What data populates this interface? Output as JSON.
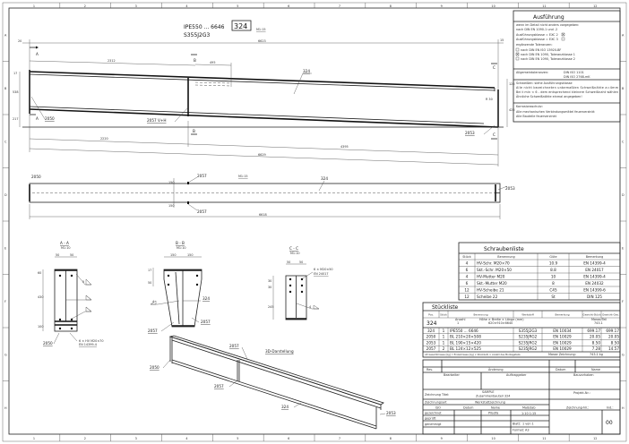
{
  "frame": {
    "columns": [
      "1",
      "2",
      "3",
      "4",
      "5",
      "6",
      "7",
      "8",
      "9",
      "10",
      "11",
      "12"
    ],
    "rows": [
      "A",
      "B",
      "C",
      "D",
      "E",
      "F",
      "G",
      "H"
    ]
  },
  "elevation": {
    "profile": "IPE550 ... 6646",
    "part_number": "324",
    "material": "S355J2G3",
    "scale": "M1:15",
    "dims": {
      "overall_top": "6623",
      "left_offset": "20",
      "right_offset": "15",
      "to_stiffener": "2312",
      "stiffener_gap": "495",
      "bottom_left": "2220",
      "bottom_right": "4395",
      "bottom_overall": "6629",
      "left_top": "17",
      "left_mid": "538",
      "left_bottom": "217",
      "right_top": "125",
      "right_bottom": "425",
      "chamfer": "R 30"
    },
    "section_marks": {
      "a": "A",
      "b": "B",
      "c": "C"
    },
    "labels": {
      "beam": "324",
      "end_plate_left": "2050",
      "stiffener": "2057 V+H",
      "end_plate_right": "2053"
    }
  },
  "plan": {
    "scale": "M1:15",
    "overall": "6618",
    "gap": "150",
    "labels": {
      "left": "2050",
      "stiffener_top": "2057",
      "stiffener_bottom": "2057",
      "beam": "324",
      "right": "2053"
    }
  },
  "sections": {
    "aa": {
      "title": "A - A",
      "scale": "M1:10",
      "dim_w1": "50",
      "dim_w2": "50",
      "dim_h": "430",
      "dim_top": "60",
      "dim_bottom": "100",
      "label": "2050",
      "note1": "6 × HV M20×70",
      "note2": "EN 14399-4",
      "weld": "5"
    },
    "bb": {
      "title": "B - B",
      "scale": "M1:10",
      "dim_w1": "150",
      "dim_w2": "150",
      "dim_t": "17",
      "dim_s": "50",
      "label_beam": "324",
      "label_left": "2057",
      "label_right": "2057",
      "weld": "4"
    },
    "cc": {
      "title": "C - C",
      "scale": "M1:10",
      "dim_w1": "50",
      "dim_w2": "50",
      "dim_h1": "30",
      "dim_h2": "30",
      "dim_h3": "245",
      "note1": "6 × M20×50",
      "note2": "EN 24017",
      "weld": "4"
    }
  },
  "view3d": {
    "title": "3D-Darstellung",
    "labels": {
      "stiffener_top": "2057",
      "left": "2050",
      "stiffener": "2057",
      "beam": "324",
      "right": "2053"
    }
  },
  "execution": {
    "title": "Ausführung",
    "line1": "wenn im Detail nicht anders vorgegeben:",
    "line2": "nach DIN EN 1090-1 und -2",
    "exc2": {
      "label": "Ausführungsklasse = EXC 2",
      "checked": true
    },
    "exc3": {
      "label": "Ausführungsklasse = EXC 3",
      "checked": false
    },
    "tol_title": "ergänzende Toleranzen:",
    "tol1": {
      "label": "nach DIN EN ISO 13920-BF",
      "checked": false
    },
    "tol2": {
      "label": "nach DIN EN 1090, Toleranzklasse 1",
      "checked": true
    },
    "tol3": {
      "label": "nach DIN EN 1090, Toleranzklasse 2",
      "checked": false
    },
    "general_tol_label": "Allgemeintoleranzen:",
    "general_tol_1": "DIN ISO 1101",
    "general_tol_2": "DIN ISO 2768-mK",
    "weld_1": "Schweißen: siehe Ausführungsklasse",
    "weld_2": "Alle nicht bezeichneten unbemaßten Schweißnähte a=4mm",
    "weld_3": "Bei t min < 6 - dem entsprechend kleinere Schweißnaht wählen",
    "weld_4": "Ähnliche Schweißnähte einmal angegeben!",
    "corr_1": "Korrosionsschutz:",
    "corr_2": "Alle mechanischen Verbindungsmittel feuerverzinkt",
    "corr_3": "Alle Bauteile feuerverzinkt"
  },
  "bolt_list": {
    "title": "Schraubenliste",
    "headers": [
      "Stück",
      "Benennung",
      "Güte",
      "Bemerkung"
    ],
    "rows": [
      [
        "4",
        "HV-Schr. M20×70",
        "10.9",
        "EN 14399-4"
      ],
      [
        "6",
        "Skt.-Schr. M20×50",
        "8.8",
        "EN 24017"
      ],
      [
        "4",
        "HV-Mutter M20",
        "10",
        "EN 14399-4"
      ],
      [
        "6",
        "Skt.-Mutter M20",
        "8",
        "EN 24032"
      ],
      [
        "12",
        "HV-Scheibe 21",
        "C45",
        "EN 14399-6"
      ],
      [
        "12",
        "Scheibe 22",
        "St",
        "DIN 125"
      ]
    ]
  },
  "parts_list": {
    "title": "Stückliste",
    "headers": [
      "Pos.",
      "Stück",
      "Benennung",
      "Werkstoff",
      "Bemerkung",
      "Gewicht-Stück",
      "Gewicht-Ges."
    ],
    "assembly": {
      "pos": "324",
      "count_label": "Anzahl",
      "count": "1",
      "dims_label": "Höhe × Breite × Länge (mm)",
      "dims": "620×910×6640",
      "mass_label": "Masse/Teil",
      "mass": "743.1"
    },
    "rows": [
      [
        "324",
        "1",
        "IPE550 ... 6646",
        "S355J2G3",
        "EN 10034",
        "699.17",
        "699.17"
      ],
      [
        "2050",
        "1",
        "BL 210×20×508",
        "S235JRG2",
        "EN 10029",
        "20.05",
        "20.05"
      ],
      [
        "2053",
        "1",
        "BL 190×15×420",
        "S235JRG2",
        "EN 10029",
        "8.50",
        "8.50"
      ],
      [
        "2057",
        "2",
        "BL 124×12×525",
        "S235JRG2",
        "EN 10029",
        "7.28",
        "14.57"
      ]
    ],
    "note": "Alt Gesamtmasse [kg] = Einzelmasse [kg] × Stückzahl × Anzahl des Montageteils",
    "total_label": "Masse Zeichnung:",
    "total": "743.1 kg"
  },
  "title_block": {
    "rev": "Rev.",
    "change": "Änderung",
    "date": "Datum",
    "name": "Name",
    "editor": "Bearbeiter",
    "client": "Auftraggeber",
    "project": "Bauvorhaben",
    "drawing_title_label": "Zeichnung Titel:",
    "drawing_title_1": "SAMPLE",
    "drawing_title_2": "Zusammenbauteil 324",
    "project_no": "Projekt-Nr.:",
    "drawing_type_label": "Zeichnungsart",
    "drawing_type": "Werkstattzeichnung",
    "iso": "ISO",
    "date2": "Datum",
    "name2": "Name",
    "scale_label": "Maßstab",
    "scale": "1:10 1:15",
    "drawing_no": "Zeichnung-Nr.:",
    "index_label": "Ind.:",
    "index": "00",
    "drawn": "gezeichnet",
    "drawn_by": "Pl&Ufa",
    "checked": "geprüft",
    "approved": "genehmigt",
    "sheet": "Blatt:",
    "sheet_value": "1 von 1",
    "format": "Format:",
    "format_value": "A3"
  }
}
